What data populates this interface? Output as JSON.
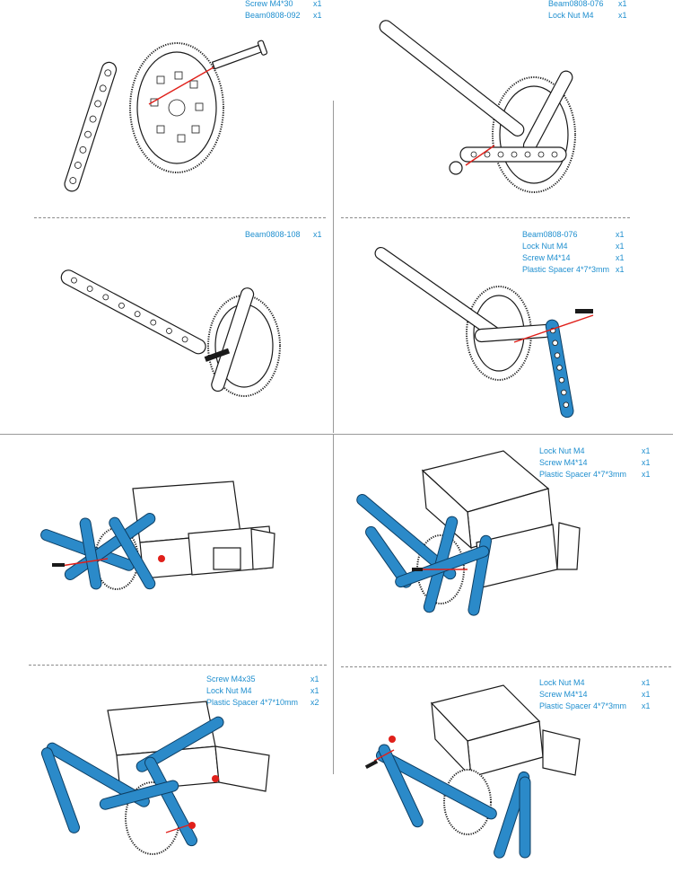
{
  "steps": [
    {
      "parts": [
        {
          "name": "Screw M4*30",
          "qty": "x1"
        },
        {
          "name": "Beam0808-092",
          "qty": "x1"
        }
      ]
    },
    {
      "parts": [
        {
          "name": "Beam0808-076",
          "qty": "x1"
        },
        {
          "name": "Lock Nut M4",
          "qty": "x1"
        }
      ]
    },
    {
      "parts": [
        {
          "name": "Beam0808-108",
          "qty": "x1"
        }
      ]
    },
    {
      "parts": [
        {
          "name": "Beam0808-076",
          "qty": "x1"
        },
        {
          "name": "Lock Nut M4",
          "qty": "x1"
        },
        {
          "name": "Screw M4*14",
          "qty": "x1"
        },
        {
          "name": "Plastic Spacer 4*7*3mm",
          "qty": "x1"
        }
      ]
    },
    {
      "parts": []
    },
    {
      "parts": [
        {
          "name": "Lock Nut M4",
          "qty": "x1"
        },
        {
          "name": "Screw M4*14",
          "qty": "x1"
        },
        {
          "name": "Plastic Spacer 4*7*3mm",
          "qty": "x1"
        }
      ]
    },
    {
      "parts": [
        {
          "name": "Screw M4x35",
          "qty": "x1"
        },
        {
          "name": "Lock Nut M4",
          "qty": "x1"
        },
        {
          "name": "Plastic Spacer 4*7*10mm",
          "qty": "x2"
        }
      ]
    },
    {
      "parts": [
        {
          "name": "Lock Nut M4",
          "qty": "x1"
        },
        {
          "name": "Screw M4*14",
          "qty": "x1"
        },
        {
          "name": "Plastic Spacer 4*7*3mm",
          "qty": "x1"
        }
      ]
    }
  ],
  "colors": {
    "parts_text": "#1f8fcf",
    "beam_blue": "#2b8ac9",
    "arrow_red": "#e0201a"
  }
}
